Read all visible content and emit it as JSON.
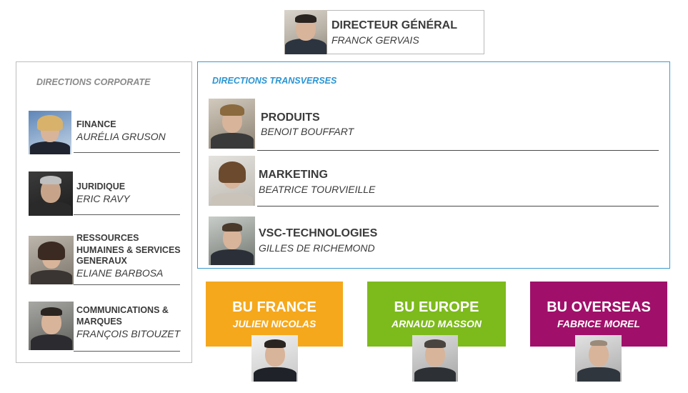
{
  "ceo": {
    "title": "DIRECTEUR GÉNÉRAL",
    "name": "FRANCK GERVAIS"
  },
  "corporate": {
    "heading": "DIRECTIONS CORPORATE",
    "members": [
      {
        "role_lines": [
          "FINANCE"
        ],
        "name": "AURÉLIA GRUSON"
      },
      {
        "role_lines": [
          "JURIDIQUE"
        ],
        "name": "ERIC RAVY"
      },
      {
        "role_lines": [
          "RESSOURCES",
          "HUMAINES & SERVICES",
          "GENERAUX"
        ],
        "name": "ELIANE BARBOSA"
      },
      {
        "role_lines": [
          "COMMUNICATIONS &",
          "MARQUES"
        ],
        "name": "FRANÇOIS BITOUZET"
      }
    ]
  },
  "transverse": {
    "heading": "DIRECTIONS TRANSVERSES",
    "members": [
      {
        "role": "PRODUITS",
        "name": "BENOIT BOUFFART"
      },
      {
        "role": "MARKETING",
        "name": "BEATRICE TOURVIEILLE"
      },
      {
        "role": "VSC-TECHNOLOGIES",
        "name": "GILLES DE RICHEMOND"
      }
    ]
  },
  "business_units": [
    {
      "title": "BU FRANCE",
      "name": "JULIEN NICOLAS",
      "color": "#f5a81c"
    },
    {
      "title": "BU EUROPE",
      "name": "ARNAUD MASSON",
      "color": "#7dba1c"
    },
    {
      "title": "BU OVERSEAS",
      "name": "FABRICE MOREL",
      "color": "#a0106a"
    }
  ],
  "colors": {
    "corporate_border": "#bdbdbd",
    "transverse_border": "#3a9bd0",
    "transverse_heading": "#2b95d3"
  }
}
